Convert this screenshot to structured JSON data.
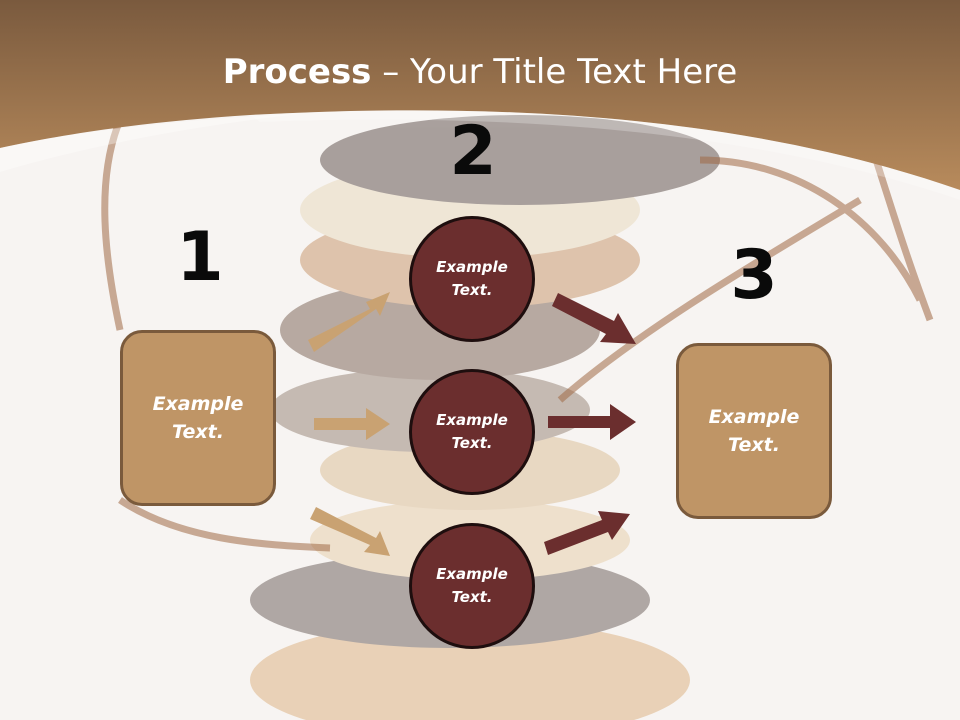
{
  "title": {
    "bold": "Process",
    "rest": " – Your Title Text Here"
  },
  "steps": [
    {
      "number": "1",
      "box_text": "Example Text."
    },
    {
      "number": "2",
      "circles": [
        "Example Text.",
        "Example Text.",
        "Example Text."
      ]
    },
    {
      "number": "3",
      "box_text": "Example Text."
    }
  ],
  "colors": {
    "banner": "#a8794a",
    "box_fill": "#bf9566",
    "circle_fill": "#6b2e2e",
    "tan_arrow": "#c9a272",
    "dark_arrow": "#6b2e2e"
  }
}
